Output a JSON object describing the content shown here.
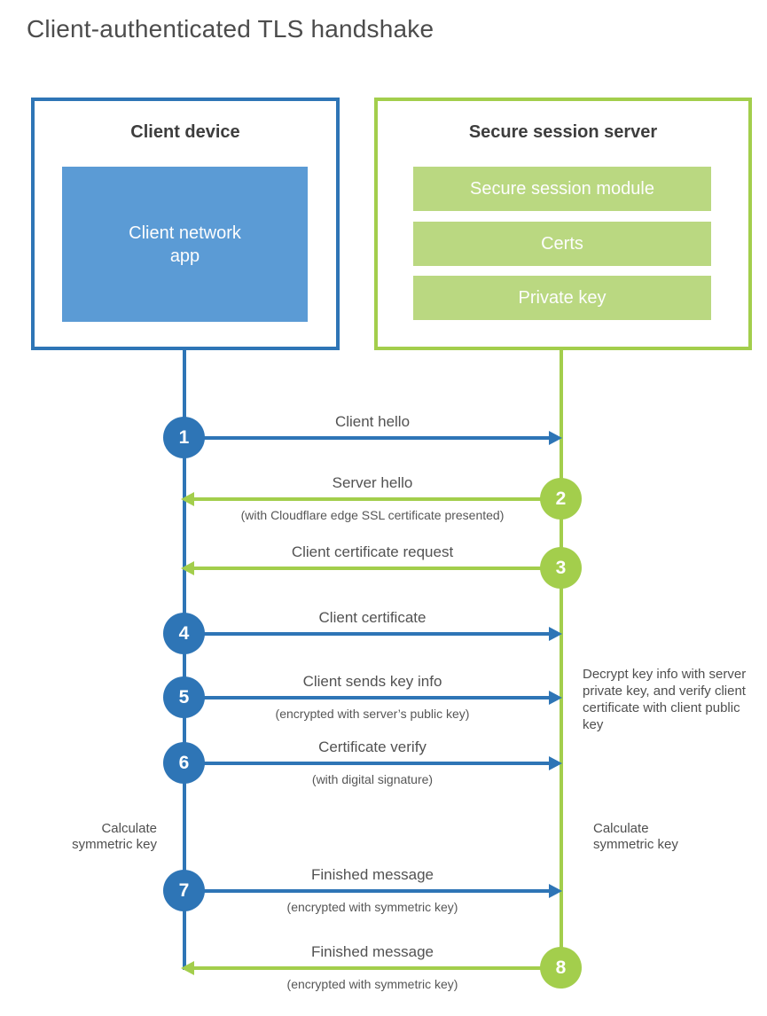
{
  "title": "Client-authenticated TLS handshake",
  "client": {
    "title": "Client device",
    "app_label": "Client network app"
  },
  "server": {
    "title": "Secure session server",
    "modules": [
      "Secure session module",
      "Certs",
      "Private key"
    ]
  },
  "steps": [
    {
      "num": "1",
      "from": "client",
      "to": "server",
      "label": "Client hello"
    },
    {
      "num": "2",
      "from": "server",
      "to": "client",
      "label": "Server hello",
      "sublabel": "(with Cloudflare edge SSL certificate presented)"
    },
    {
      "num": "3",
      "from": "server",
      "to": "client",
      "label": "Client certificate request"
    },
    {
      "num": "4",
      "from": "client",
      "to": "server",
      "label": "Client certificate"
    },
    {
      "num": "5",
      "from": "client",
      "to": "server",
      "label": "Client sends key info",
      "sublabel": "(encrypted with server’s public key)"
    },
    {
      "num": "6",
      "from": "client",
      "to": "server",
      "label": "Certificate verify",
      "sublabel": "(with digital signature)"
    },
    {
      "num": "7",
      "from": "client",
      "to": "server",
      "label": "Finished message",
      "sublabel": "(encrypted with symmetric key)"
    },
    {
      "num": "8",
      "from": "server",
      "to": "client",
      "label": "Finished message",
      "sublabel": "(encrypted with symmetric key)"
    }
  ],
  "notes": {
    "client_calculate": "Calculate symmetric key",
    "server_calculate": "Calculate symmetric key",
    "server_decrypt": "Decrypt key info with server private key, and verify client certificate with client public key"
  },
  "colors": {
    "client_accent": "#2e75b6",
    "client_fill": "#5b9bd5",
    "server_accent": "#a3ce4c",
    "server_fill": "#bad881"
  }
}
